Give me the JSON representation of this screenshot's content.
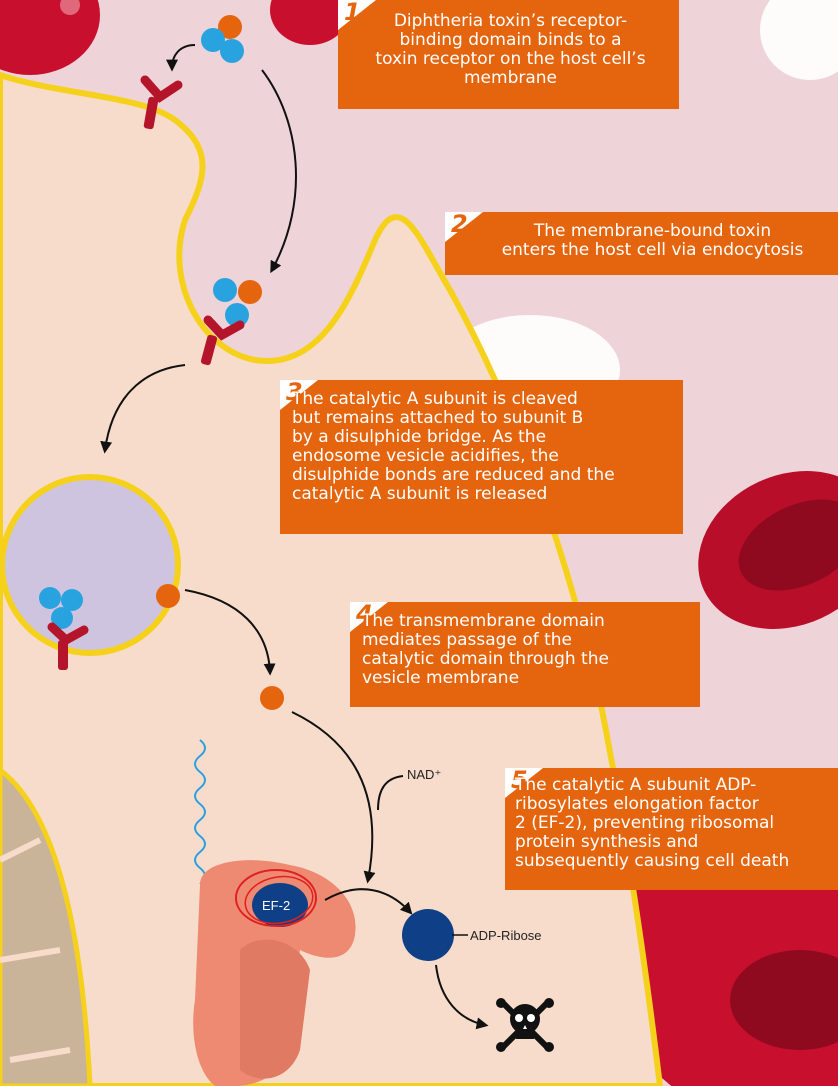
{
  "steps": [
    {
      "number": "1",
      "text": "Diphtheria toxin’s receptor-\nbinding domain binds to a\ntoxin receptor on the host cell’s\nmembrane"
    },
    {
      "number": "2",
      "text": "The membrane-bound toxin\nenters the host cell via endocytosis"
    },
    {
      "number": "3",
      "text": "The catalytic A subunit is cleaved\nbut remains attached to subunit B\nby a disulphide bridge. As the\nendosome vesicle acidifies, the\ndisulphide bonds are reduced and the\ncatalytic A subunit is released"
    },
    {
      "number": "4",
      "text": "The transmembrane domain\nmediates passage of the\ncatalytic domain through the\nvesicle membrane"
    },
    {
      "number": "5",
      "text": "The catalytic A subunit ADP-\nribosylates elongation factor\n2 (EF-2), preventing ribosomal\nprotein synthesis and\nsubsequently causing cell death"
    }
  ],
  "labels": {
    "nad": "NAD⁺",
    "adp_ribose": "ADP-Ribose",
    "ef2": "EF-2"
  },
  "colors": {
    "step_box": "#e5650f",
    "cell_cytoplasm": "#f7dccb",
    "membrane": "#f5d11c",
    "background": "#eed4d8",
    "toxin_blue": "#29a3e0",
    "toxin_orange": "#e5650f",
    "receptor": "#b5152b",
    "vesicle": "#cfc4df",
    "ribosome": "#ee8a72",
    "ef2": "#0f3f86",
    "red_blood_cell": "#c8102e",
    "highlight_circle": "#e02020"
  },
  "icons": [
    "skull-crossbones-icon"
  ]
}
